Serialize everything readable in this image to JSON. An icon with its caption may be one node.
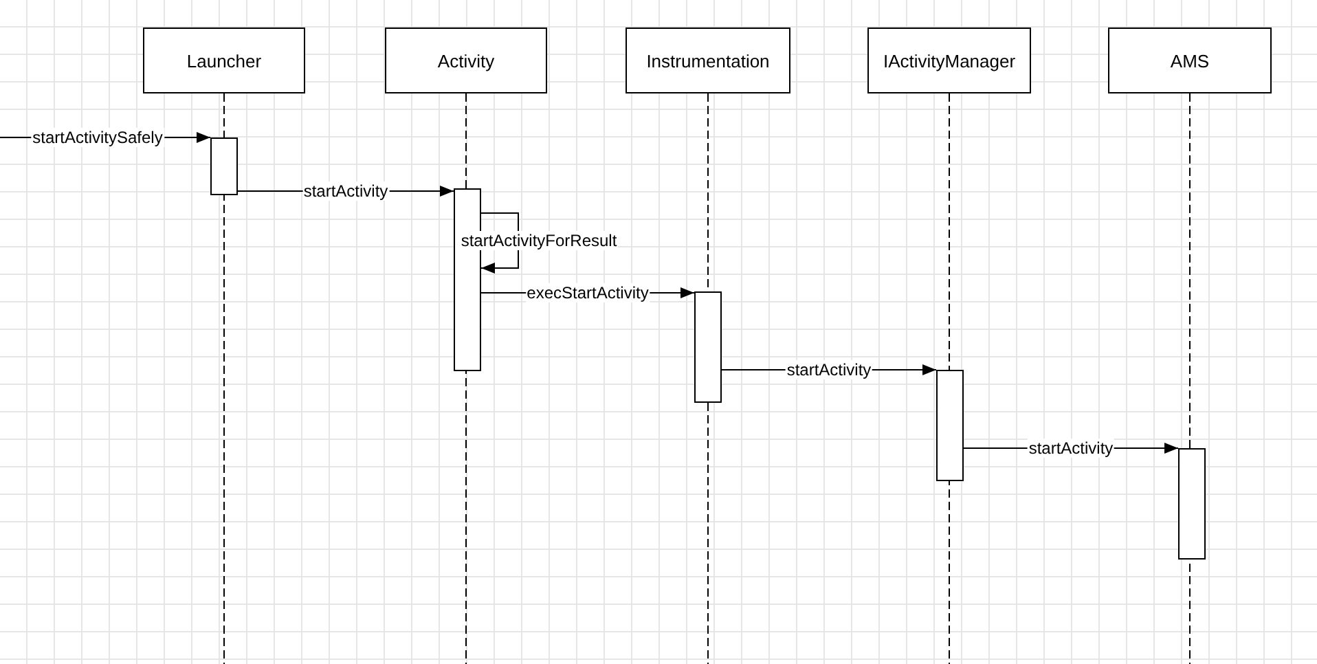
{
  "diagram": {
    "nodes": [
      {
        "text": [
          "Launcher"
        ]
      },
      {
        "text": [
          "Activity"
        ]
      },
      {
        "text": [
          "Instrumentation"
        ]
      },
      {
        "text": [
          "IActivityManager"
        ]
      },
      {
        "text": [
          "AMS"
        ]
      },
      {
        "text": [],
        "shape": "bar"
      },
      {
        "text": [],
        "shape": "bar"
      },
      {
        "text": [],
        "shape": "bar"
      },
      {
        "text": [],
        "shape": "bar"
      },
      {
        "text": [],
        "shape": "bar"
      }
    ],
    "edges": [
      {
        "from": null,
        "to": 5,
        "arrow": "to",
        "label": "startActivitySafely"
      },
      {
        "from": 5,
        "to": 6,
        "arrow": "to",
        "label": "startActivity"
      },
      {
        "from": 6,
        "to": 6,
        "arrow": "to",
        "label": "startActivityForResult"
      },
      {
        "from": 6,
        "to": 7,
        "arrow": "to",
        "label": "execStartActivity"
      },
      {
        "from": 7,
        "to": 8,
        "arrow": "to",
        "label": "startActivity"
      },
      {
        "from": 8,
        "to": 9,
        "arrow": "to",
        "label": "startActivity"
      }
    ]
  }
}
